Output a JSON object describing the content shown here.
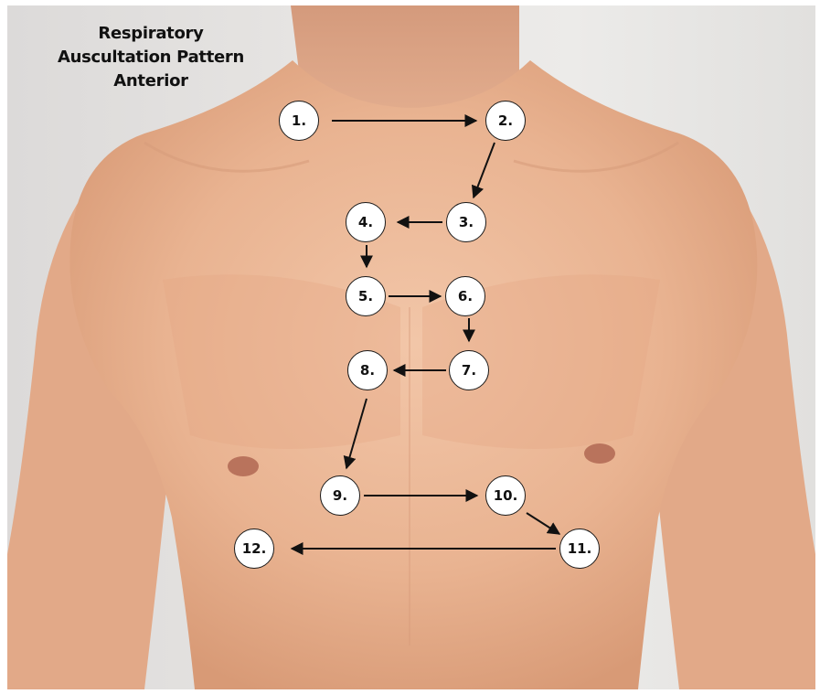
{
  "title": {
    "line1": "Respiratory",
    "line2": "Auscultation Pattern",
    "line3": "Anterior"
  },
  "markers": [
    "1.",
    "2.",
    "3.",
    "4.",
    "5.",
    "6.",
    "7.",
    "8.",
    "9.",
    "10.",
    "11.",
    "12."
  ],
  "colors": {
    "marker_fill": "#ffffff",
    "marker_border": "#1a1a1a",
    "arrow": "#111111",
    "skin": "#e9b596",
    "background": "#e6e4e2"
  }
}
